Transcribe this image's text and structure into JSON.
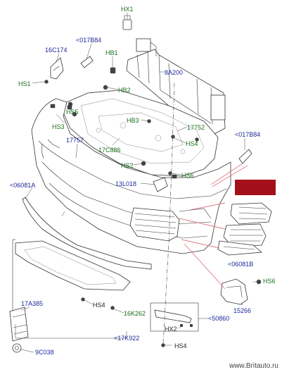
{
  "labels": {
    "hx1": "HX1",
    "p017b84_top": "<017B84",
    "p16c174": "16C174",
    "hb1": "HB1",
    "p8a200": "8A200",
    "hs1": "HS1",
    "hb2": "HB2",
    "hs5": "HS5",
    "hs3": "HS3",
    "hb3": "HB3",
    "p17752": "17752",
    "p17757": "17757",
    "p017b84_right": "<017B84",
    "p17c886": "17C886",
    "hs4_mid": "HS4",
    "hs2": "HS2",
    "hs6_mid": "HS6",
    "p13l018": "13L018",
    "p06081a": "<06081A",
    "p06081b": "<06081B",
    "hs6_right": "HS6",
    "p15266": "15266",
    "p17a385": "17A385",
    "hs4_low": "HS4",
    "p16k262": "16K262",
    "hx2": "HX2",
    "p50860": "<50860",
    "p17k922": "<17K922",
    "p9c038": "9C038",
    "hs4_bottom": "HS4",
    "watermark": "www.Britauto.ru"
  },
  "colors": {
    "ref_green": "#1a6e1a",
    "ref_blue": "#1c2a9a",
    "highlight_red": "#a3101a",
    "leader_pink": "#e07a86"
  }
}
